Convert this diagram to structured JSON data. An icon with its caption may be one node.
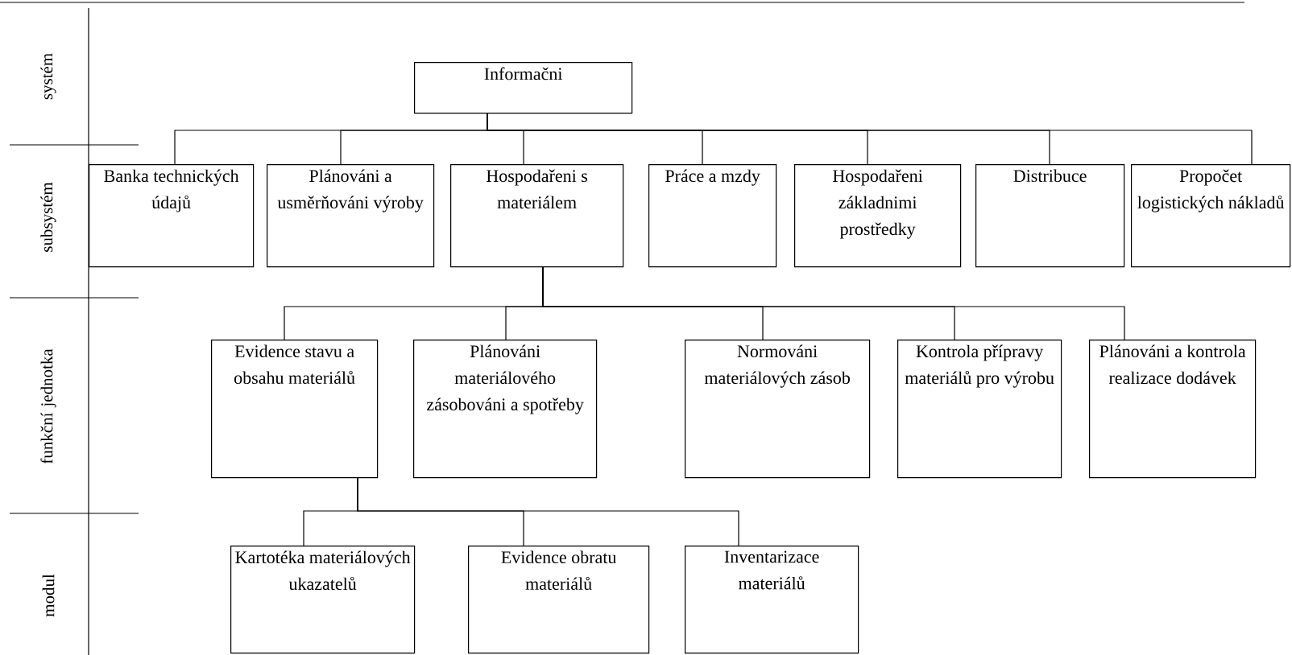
{
  "diagram": {
    "nodes": [
      {
        "text": [
          "Informačni"
        ]
      },
      {
        "text": [
          "Banka technických údajů"
        ]
      },
      {
        "text": [
          "Plánováni a usměrňováni výroby"
        ]
      },
      {
        "text": [
          "Hospodařeni s materiálem"
        ]
      },
      {
        "text": [
          "Práce a mzdy"
        ]
      },
      {
        "text": [
          "Hospodařeni základnimi prostředky"
        ]
      },
      {
        "text": [
          "Distribuce"
        ]
      },
      {
        "text": [
          "Propočet logistických nákladů"
        ]
      },
      {
        "text": [
          "Evidence stavu a obsahu materiálů"
        ]
      },
      {
        "text": [
          "Plánováni materiálového zásobováni a spotřeby"
        ]
      },
      {
        "text": [
          "Normováni materiálových zásob"
        ]
      },
      {
        "text": [
          "Kontrola přípravy materiálů pro výrobu"
        ]
      },
      {
        "text": [
          "Plánováni a kontrola realizace dodávek"
        ]
      },
      {
        "text": [
          "Kartotéka materiálových ukazatelů"
        ]
      },
      {
        "text": [
          "Evidence obratu materiálů"
        ]
      },
      {
        "text": [
          "Inventarizace materiálů"
        ]
      }
    ],
    "edges": [
      {
        "from": 0,
        "to": 1,
        "arrow": "none"
      },
      {
        "from": 0,
        "to": 2,
        "arrow": "none"
      },
      {
        "from": 0,
        "to": 3,
        "arrow": "none"
      },
      {
        "from": 0,
        "to": 4,
        "arrow": "none"
      },
      {
        "from": 0,
        "to": 5,
        "arrow": "none"
      },
      {
        "from": 0,
        "to": 6,
        "arrow": "none"
      },
      {
        "from": 0,
        "to": 7,
        "arrow": "none"
      },
      {
        "from": 3,
        "to": 8,
        "arrow": "none"
      },
      {
        "from": 3,
        "to": 9,
        "arrow": "none"
      },
      {
        "from": 3,
        "to": 10,
        "arrow": "none"
      },
      {
        "from": 3,
        "to": 11,
        "arrow": "none"
      },
      {
        "from": 3,
        "to": 12,
        "arrow": "none"
      },
      {
        "from": 8,
        "to": 13,
        "arrow": "none"
      },
      {
        "from": 8,
        "to": 14,
        "arrow": "none"
      },
      {
        "from": 8,
        "to": 15,
        "arrow": "none"
      }
    ],
    "labels": [
      "systém",
      "subsystém",
      "funkční jednotka",
      "modul"
    ]
  }
}
